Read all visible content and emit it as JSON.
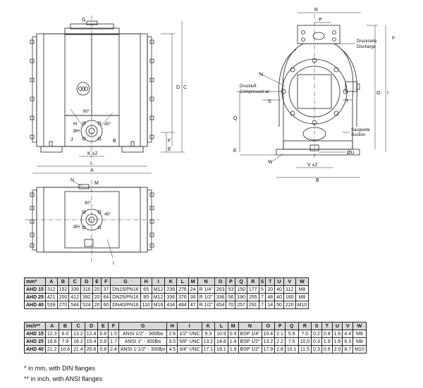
{
  "drawing": {
    "labels": {
      "front": [
        "G",
        "D",
        "C",
        "H",
        "F",
        "E",
        "J",
        "K ±2",
        "L",
        "A",
        "90°",
        "ØH",
        "45°",
        "B"
      ],
      "side": [
        "R",
        "P",
        "N",
        "S",
        "T",
        "Q",
        "O",
        "I",
        "E",
        "W",
        "V ±2",
        "ØU",
        "B",
        "P"
      ],
      "side_texts": {
        "druckseite": "Druckseite",
        "discharge": "Discharge",
        "druckluft": "Druckluft",
        "compressed_air": "Compressed air",
        "saugseite": "Saugseite",
        "suction": "Suction"
      },
      "top": [
        "N",
        "M",
        "90°",
        "ØH",
        "45°",
        "I"
      ]
    }
  },
  "table_mm": {
    "headers": [
      "mm*",
      "A",
      "B",
      "C",
      "D",
      "E",
      "F",
      "G",
      "H",
      "I",
      "K",
      "L",
      "M",
      "N",
      "O",
      "P",
      "Q",
      "R",
      "S",
      "T",
      "U",
      "V",
      "W"
    ],
    "rows": [
      [
        "AHD 15",
        "312",
        "152",
        "336",
        "316",
        "20",
        "37",
        "DN15/PN16",
        "65",
        "M12",
        "236",
        "276",
        "24",
        "R 1/4\"",
        "263",
        "53",
        "150",
        "177",
        "5",
        "20",
        "40",
        "112",
        "M8"
      ],
      [
        "AHD 25",
        "421",
        "200",
        "412",
        "392",
        "20",
        "64",
        "DN25/PN16",
        "85",
        "M12",
        "336",
        "376",
        "36",
        "R 1/2\"",
        "336",
        "56",
        "190",
        "255",
        "7",
        "48",
        "40",
        "160",
        "M8"
      ],
      [
        "AHD 40",
        "539",
        "270",
        "544",
        "524",
        "20",
        "60",
        "DN40/PN16",
        "110",
        "M16",
        "434",
        "484",
        "47",
        "R 1/2\"",
        "454",
        "70",
        "257",
        "291",
        "7",
        "14",
        "50",
        "220",
        "M10"
      ]
    ]
  },
  "table_inch": {
    "headers": [
      "inch**",
      "A",
      "B",
      "C",
      "D",
      "E",
      "F",
      "G",
      "H",
      "I",
      "K",
      "L",
      "M",
      "N",
      "O",
      "P",
      "Q",
      "R",
      "S",
      "T",
      "U",
      "V",
      "W"
    ],
    "rows": [
      [
        "AHD 15",
        "12.3",
        "6.0",
        "13.2",
        "12.4",
        "0.8",
        "1.5",
        "ANSI 1/2\" - 300lbs",
        "2.6",
        "1/2\" UNC",
        "9.3",
        "10.9",
        "0.9",
        "BSP 1/4\"",
        "10.4",
        "2.1",
        "5.9",
        "7.0",
        "0.2",
        "0.8",
        "1.6",
        "4.4",
        "M8"
      ],
      [
        "AHD 25",
        "16.6",
        "7.9",
        "16.2",
        "15.4",
        "0.8",
        "1.7",
        "ANSI 1\" - 300lbs",
        "3.5",
        "5/8\" UNC",
        "13.2",
        "14.8",
        "1.4",
        "BSP 1/2\"",
        "13.2",
        "2.2",
        "7.5",
        "10.0",
        "0.3",
        "1.9",
        "1.6",
        "6.3",
        "M8"
      ],
      [
        "AHD 40",
        "21.2",
        "10.6",
        "21.4",
        "20.6",
        "0.8",
        "2.4",
        "ANSI 1-1/2\" - 300lbs",
        "4.5",
        "3/4\" UNC",
        "17.1",
        "19.1",
        "1.9",
        "BSP 1/2\"",
        "17.9",
        "2.8",
        "10.1",
        "11.5",
        "0.3",
        "0.6",
        "2.0",
        "8.7",
        "M10"
      ]
    ]
  },
  "footnotes": {
    "mm": "*  in mm, with DIN flanges",
    "inch": "** in inch, with ANSI flanges"
  }
}
